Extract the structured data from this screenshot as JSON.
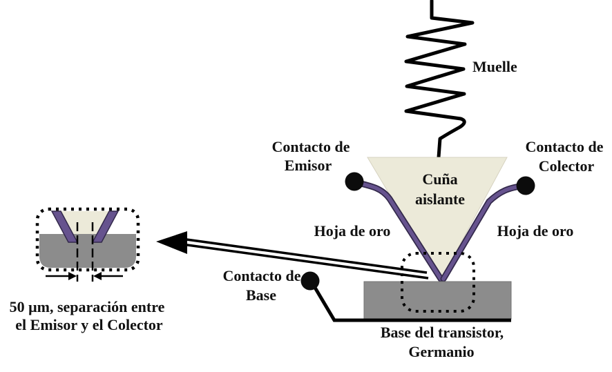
{
  "labels": {
    "spring": "Muelle",
    "emitter_contact": [
      "Contacto de",
      "Emisor"
    ],
    "collector_contact": [
      "Contacto de",
      "Colector"
    ],
    "insulating_wedge": [
      "Cuña",
      "aislante"
    ],
    "gold_foil_left": "Hoja de oro",
    "gold_foil_right": "Hoja de oro",
    "base_contact": [
      "Contacto de",
      "Base"
    ],
    "germanium_base": [
      "Base del transistor,",
      "Germanio"
    ],
    "inset_caption": [
      "50 μm, separación entre",
      "el Emisor y el Colector"
    ]
  },
  "colors": {
    "wedge": "#ecead9",
    "germanium": "#8c8c8c",
    "gold_foil": "#66538e",
    "gold_foil_edge": "#33294b",
    "contact_dot": "#0c0c0c",
    "line": "#000000"
  }
}
